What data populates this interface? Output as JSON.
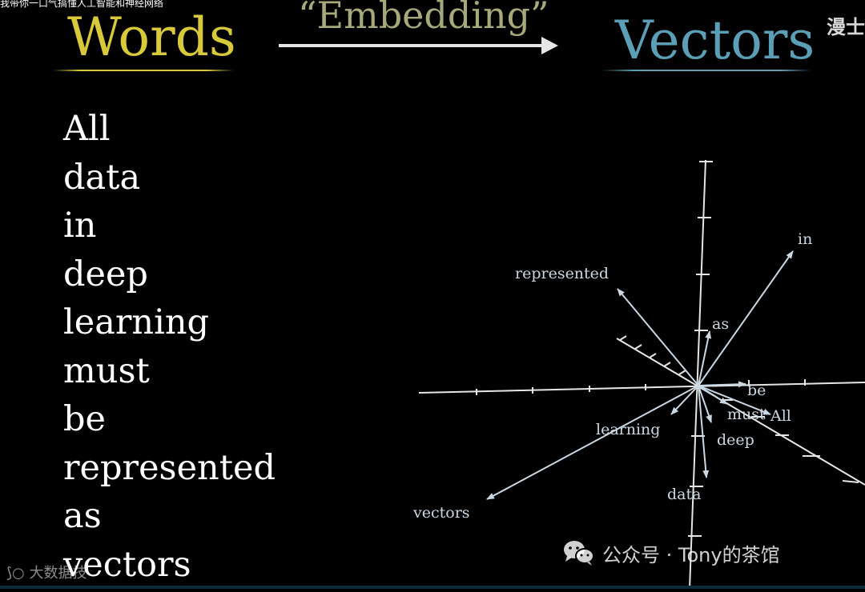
{
  "header": {
    "caption": "我带你一口气搞懂人工智能和神经网络",
    "corner": "漫士",
    "left_title": "Words",
    "middle_label": "“Embedding”",
    "right_title": "Vectors"
  },
  "sentence": [
    "All",
    "data",
    "in",
    "deep",
    "learning",
    "must",
    "be",
    "represented",
    "as",
    "vectors"
  ],
  "plot_labels": {
    "in": "in",
    "represented": "represented",
    "as": "as",
    "be": "be",
    "must": "must",
    "All": "All",
    "learning": "learning",
    "deep": "deep",
    "data": "data",
    "vectors": "vectors"
  },
  "watermark": {
    "left": "大数据技",
    "right": "公众号 · Tony的茶馆",
    "icon": "wechat-icon"
  },
  "colors": {
    "words": "#d8c93a",
    "vectors": "#5a9fb5",
    "embedding": "#a7a97a",
    "axis": "#e6e6e6",
    "vector_arrows": "#c9d8e2"
  }
}
